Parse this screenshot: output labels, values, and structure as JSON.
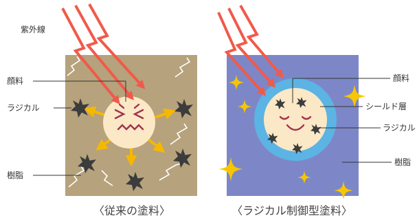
{
  "labels": {
    "uv": "紫外線",
    "pigment": "顔料",
    "radical": "ラジカル",
    "resin": "樹脂",
    "shield": "シールド層"
  },
  "captions": {
    "left": "〈従来の塗料〉",
    "right": "〈ラジカル制御型塗料〉"
  },
  "colors": {
    "left_panel": "#b6a27c",
    "right_panel": "#7d87c7",
    "pigment_core": "#fbe8c6",
    "shield": "#5bb4e3",
    "radical": "#3c3c3c",
    "uv_arrow": "#f05a4a",
    "emission_arrow": "#f5b800",
    "sparkle": "#f8c600",
    "face_lines": "#a0334f"
  },
  "icons": {
    "uv": "lightning-arrow-icon",
    "radical": "radical-star-icon",
    "sparkle": "sparkle-icon",
    "crack": "crack-line-icon"
  }
}
